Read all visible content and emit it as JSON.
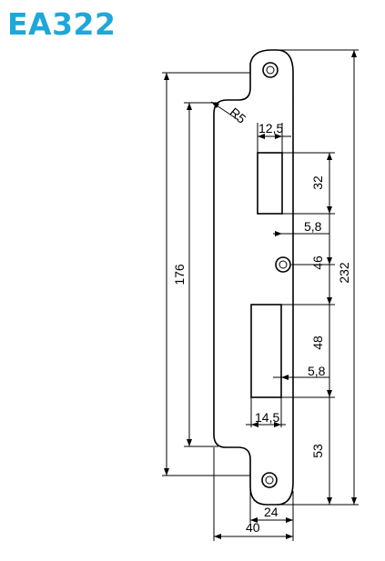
{
  "title": "EA322",
  "title_color": "#1ea7d8",
  "dimensions": {
    "total_height": "232",
    "inner_height": "176",
    "radius": "R5",
    "top_opening_width": "12,5",
    "top_opening_height": "32",
    "top_offset": "5,8",
    "center_spacing": "46",
    "lower_opening_height": "48",
    "lower_offset": "5,8",
    "lower_opening_width": "14,5",
    "bottom_spacing": "53",
    "plate_width": "24",
    "overall_width": "40"
  }
}
